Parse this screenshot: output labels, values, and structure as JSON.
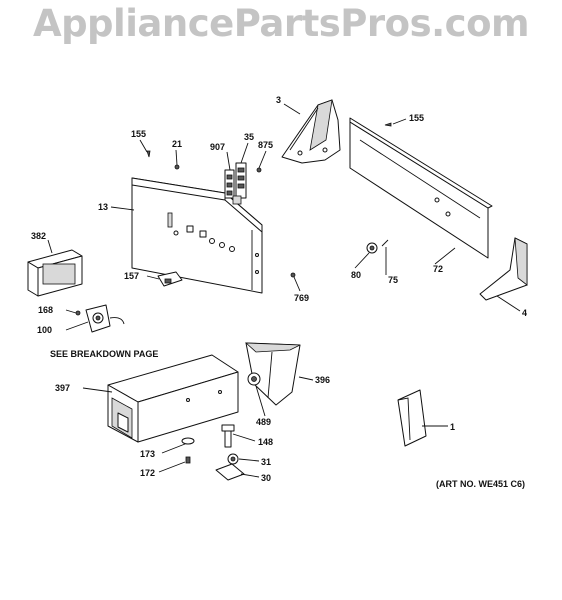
{
  "watermark": "AppliancePartsPros.com",
  "art_no": "(ART NO. WE451 C6)",
  "breakdown_note": "SEE BREAKDOWN PAGE",
  "callouts": {
    "c1": "1",
    "c3": "3",
    "c4": "4",
    "c13": "13",
    "c21": "21",
    "c30": "30",
    "c31": "31",
    "c35": "35",
    "c72": "72",
    "c75": "75",
    "c80": "80",
    "c100": "100",
    "c148": "148",
    "c155a": "155",
    "c155b": "155",
    "c157": "157",
    "c168": "168",
    "c172": "172",
    "c173": "173",
    "c382": "382",
    "c396": "396",
    "c397": "397",
    "c489": "489",
    "c769": "769",
    "c875": "875",
    "c907": "907"
  }
}
